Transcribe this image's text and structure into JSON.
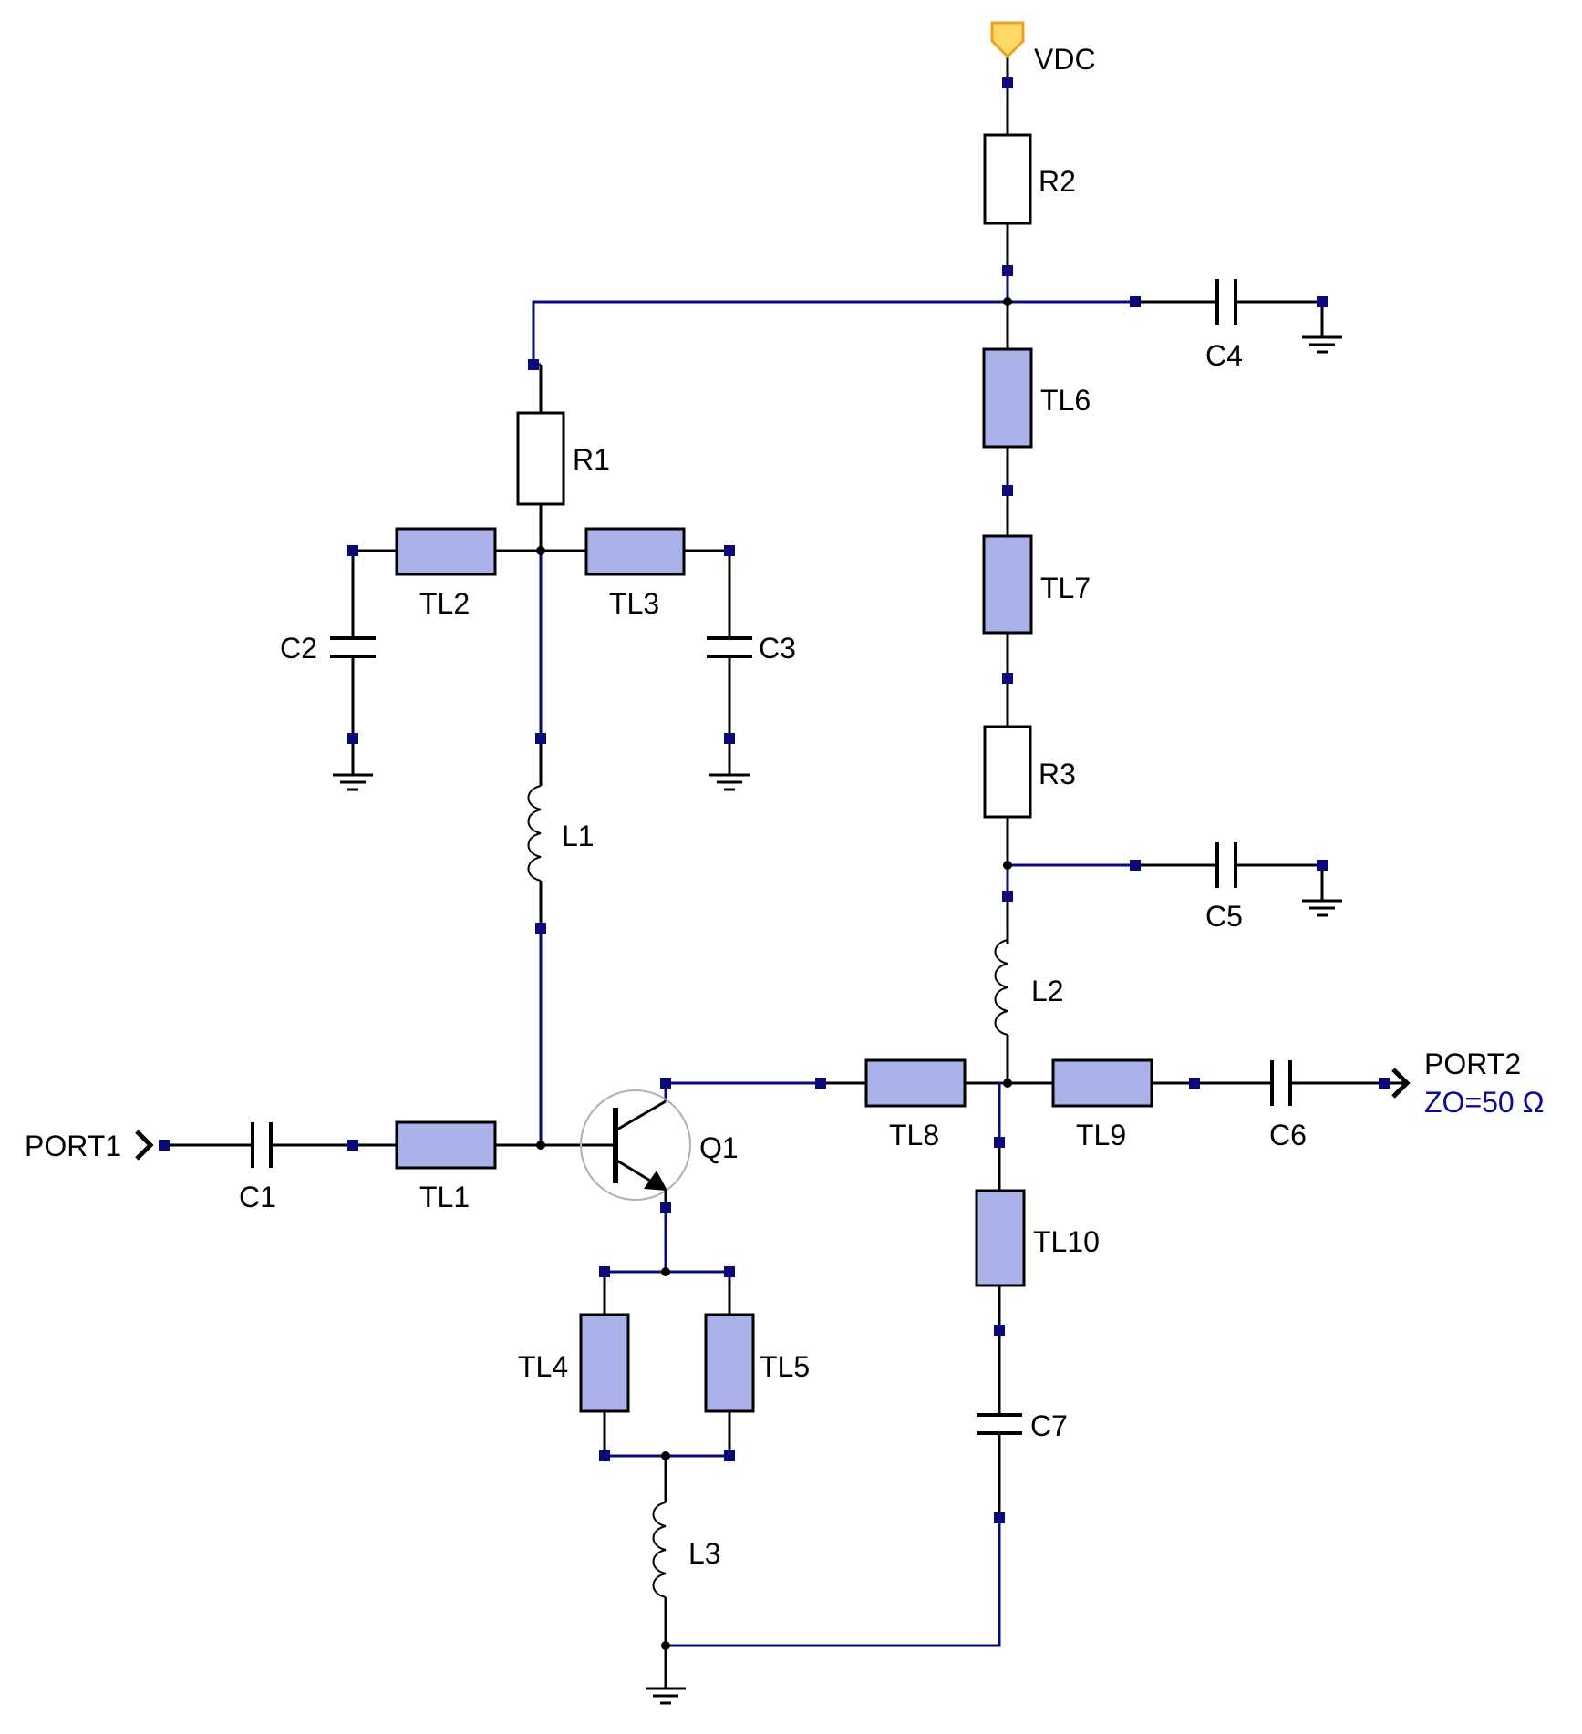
{
  "labels": {
    "vdc": "VDC",
    "r1": "R1",
    "r2": "R2",
    "r3": "R3",
    "c1": "C1",
    "c2": "C2",
    "c3": "C3",
    "c4": "C4",
    "c5": "C5",
    "c6": "C6",
    "c7": "C7",
    "l1": "L1",
    "l2": "L2",
    "l3": "L3",
    "tl1": "TL1",
    "tl2": "TL2",
    "tl3": "TL3",
    "tl4": "TL4",
    "tl5": "TL5",
    "tl6": "TL6",
    "tl7": "TL7",
    "tl8": "TL8",
    "tl9": "TL9",
    "tl10": "TL10",
    "q1": "Q1",
    "port1": "PORT1",
    "port2": "PORT2",
    "port2_impedance": "ZO=50 Ω"
  },
  "colors": {
    "wire_black": "#000000",
    "wire_blue": "#0a0a7a",
    "tline_fill": "#aab0e8",
    "vdc_fill": "#ffd966",
    "vdc_stroke": "#f0a020",
    "impedance_text": "#0a0a96"
  }
}
